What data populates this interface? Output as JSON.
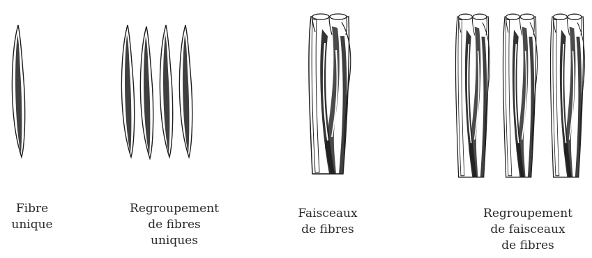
{
  "panels": [
    {
      "caption_lines": [
        "Fibre",
        "unique"
      ]
    },
    {
      "caption_lines": [
        "Regroupement",
        "de fibres",
        "uniques"
      ]
    },
    {
      "caption_lines": [
        "Faisceaux",
        "de fibres"
      ]
    },
    {
      "caption_lines": [
        "Regroupement",
        "de faisceaux",
        "de fibres"
      ]
    }
  ],
  "colors": {
    "ink": "#1e1e1e",
    "paper": "#ffffff",
    "text": "#2a2a2a"
  }
}
